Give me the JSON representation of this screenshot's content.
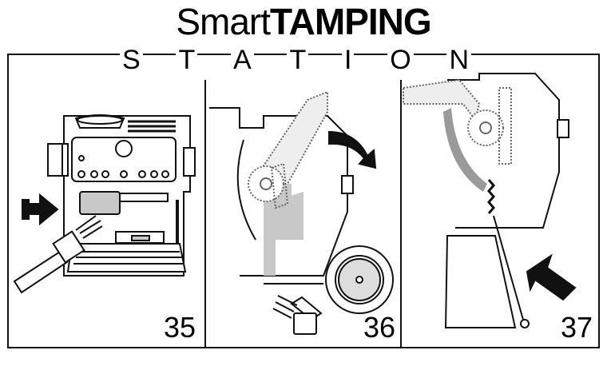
{
  "header": {
    "title_light": "Smart",
    "title_bold": "TAMPING",
    "subtitle_letters": [
      "S",
      "T",
      "A",
      "T",
      "I",
      "O",
      "N"
    ]
  },
  "panels": [
    {
      "number": "35"
    },
    {
      "number": "36"
    },
    {
      "number": "37"
    }
  ],
  "colors": {
    "line": "#111111",
    "fill_gray": "#c8c8c8",
    "dark_gray": "#9a9a9a",
    "background": "#ffffff"
  }
}
